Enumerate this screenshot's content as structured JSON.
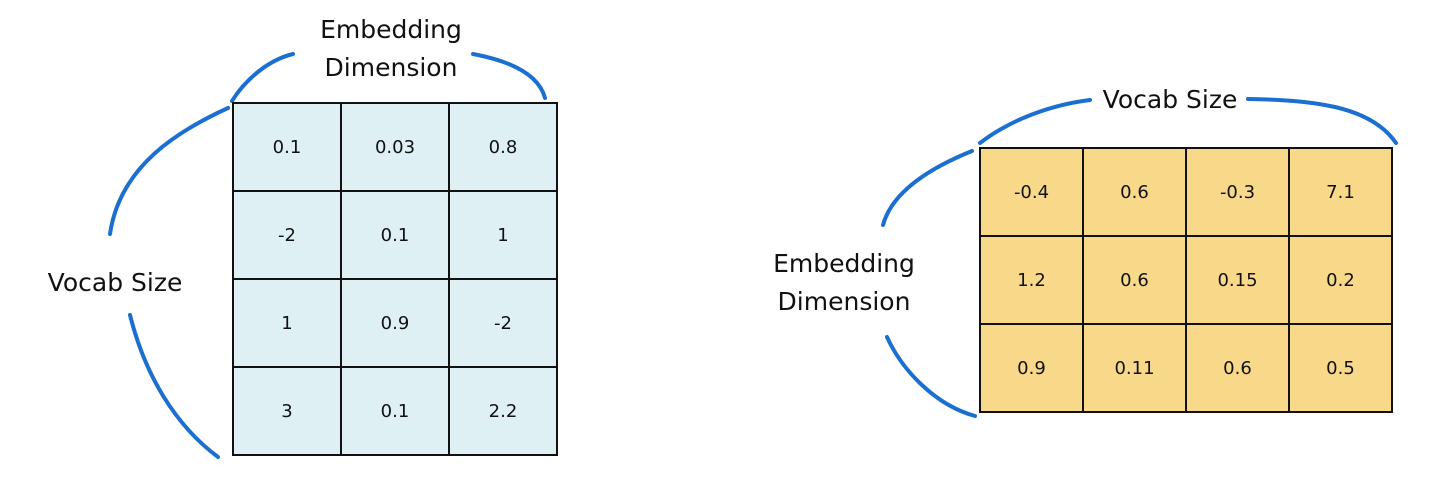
{
  "colors": {
    "bracket": "#1a6fd0",
    "matrix_left_fill": "#dff0f4",
    "matrix_right_fill": "#f8d98a"
  },
  "left": {
    "top_label": [
      "Embedding",
      "Dimension"
    ],
    "side_label": "Vocab Size",
    "matrix": [
      [
        "0.1",
        "0.03",
        "0.8"
      ],
      [
        "-2",
        "0.1",
        "1"
      ],
      [
        "1",
        "0.9",
        "-2"
      ],
      [
        "3",
        "0.1",
        "2.2"
      ]
    ]
  },
  "right": {
    "top_label": "Vocab Size",
    "side_label": [
      "Embedding",
      "Dimension"
    ],
    "matrix": [
      [
        "-0.4",
        "0.6",
        "-0.3",
        "7.1"
      ],
      [
        "1.2",
        "0.6",
        "0.15",
        "0.2"
      ],
      [
        "0.9",
        "0.11",
        "0.6",
        "0.5"
      ]
    ]
  }
}
